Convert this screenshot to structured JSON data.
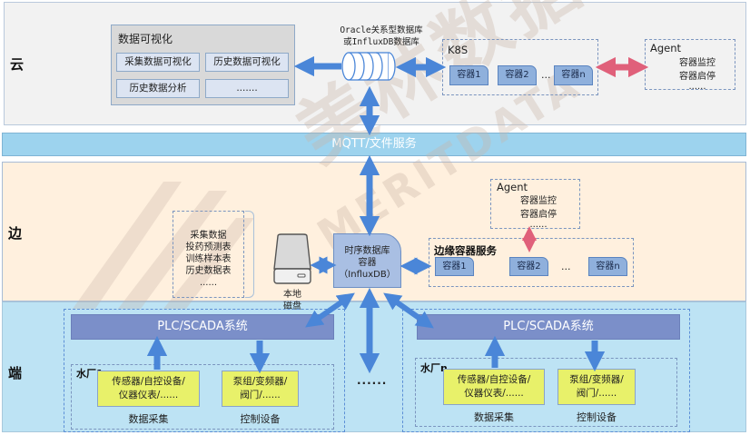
{
  "layers": {
    "cloud": "云",
    "edge": "边",
    "end": "端"
  },
  "cloud": {
    "visualization": {
      "title": "数据可视化",
      "items": [
        "采集数据可视化",
        "历史数据可视化",
        "历史数据分析",
        "......."
      ]
    },
    "database": {
      "line1": "Oracle关系型数据库",
      "line2": "或InfluxDB数据库",
      "icon": "database-cylinder-icon"
    },
    "k8s": {
      "title": "K8S",
      "containers": [
        "容器1",
        "容器2",
        "容器n"
      ],
      "ellipsis": "..."
    },
    "agent": {
      "title": "Agent",
      "lines": [
        "容器监控",
        "容器启停",
        "......"
      ]
    }
  },
  "mqtt": {
    "label": "MQTT/文件服务"
  },
  "edge": {
    "tables": [
      "采集数据",
      "投药预测表",
      "训练样本表",
      "历史数据表",
      "......"
    ],
    "disk": {
      "line1": "本地",
      "line2": "磁盘",
      "icon": "hard-disk-icon"
    },
    "tsdb": {
      "line1": "时序数据库",
      "line2": "容器",
      "line3": "（InfluxDB）"
    },
    "agent": {
      "title": "Agent",
      "lines": [
        "容器监控",
        "容器启停",
        "......"
      ]
    },
    "edge_service": {
      "title": "边缘容器服务",
      "containers": [
        "容器1",
        "容器2",
        "容器n"
      ],
      "ellipsis": "..."
    }
  },
  "end": {
    "plants": [
      {
        "plc": "PLC/SCADA系统",
        "name": "水厂1",
        "sensors": {
          "line1": "传感器/自控设备/",
          "line2": "仪器仪表/......"
        },
        "actuators": {
          "line1": "泵组/变频器/",
          "line2": "阀门/......"
        },
        "sensors_caption": "数据采集",
        "actuators_caption": "控制设备"
      },
      {
        "plc": "PLC/SCADA系统",
        "name": "水厂n",
        "sensors": {
          "line1": "传感器/自控设备/",
          "line2": "仪器仪表/......"
        },
        "actuators": {
          "line1": "泵组/变频器/",
          "line2": "阀门/......"
        },
        "sensors_caption": "数据采集",
        "actuators_caption": "控制设备"
      }
    ],
    "between_ellipsis": "......"
  },
  "watermark": {
    "cn": "美林数据",
    "en": "MERITDATA"
  },
  "colors": {
    "arrow_blue": "#4a86d8",
    "arrow_red": "#e0607a",
    "cloud_bg": "#f2f2f2",
    "mqtt_bg": "#9dd3ee",
    "edge_bg": "#fff0de",
    "end_bg": "#bde3f4",
    "plc_bar": "#7b8fc9",
    "device_box": "#e8f16a"
  }
}
